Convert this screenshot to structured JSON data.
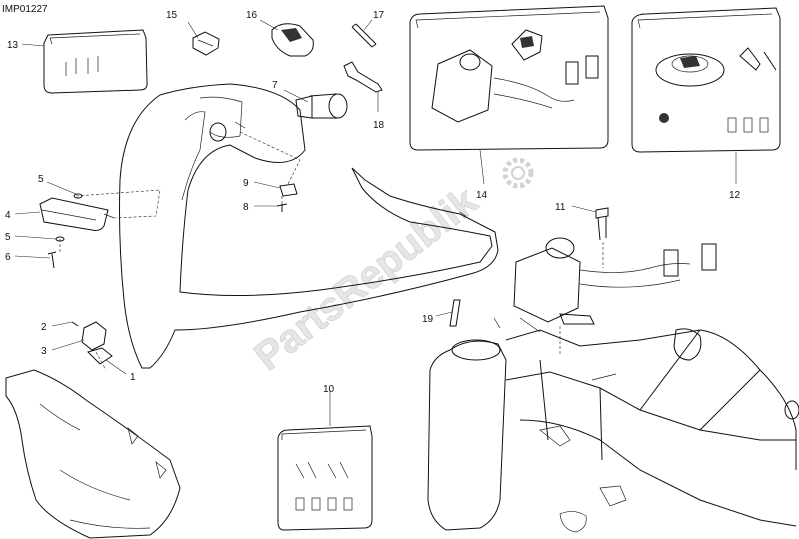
{
  "drawing_code": "IMP01227",
  "watermark": "PartsRepublik",
  "callouts": [
    "1",
    "2",
    "3",
    "4",
    "5",
    "5",
    "6",
    "7",
    "8",
    "9",
    "10",
    "11",
    "12",
    "13",
    "14",
    "15",
    "16",
    "17",
    "18",
    "19"
  ]
}
